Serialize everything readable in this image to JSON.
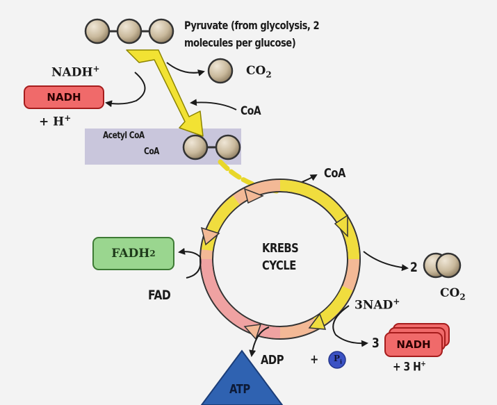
{
  "pyruvate_label_line1": "Pyruvate (from glycolysis, 2",
  "pyruvate_label_line2": "molecules per glucose)",
  "co2_top": "CO",
  "co2_sub": "2",
  "nadh_plus_top": "NADH",
  "nadh_plus_sup": "+",
  "nadh_box": "NADH",
  "h_plus_left": "+ H",
  "h_plus_sup": "+",
  "coa_input": "CoA",
  "acetyl_coa_line1": "Acetyl CoA",
  "acetyl_coa_line2": "CoA",
  "coa_release": "CoA",
  "cycle_line1": "KREBS",
  "cycle_line2": "CYCLE",
  "fadh2_main": "FADH",
  "fadh2_sub": "2",
  "fad": "FAD",
  "co2_count": "2",
  "co2_right": "CO",
  "co2_right_sub": "2",
  "nad_label": "3NAD",
  "nad_sup": "+",
  "nadh_count": "3",
  "nadh_stack": "NADH",
  "h_plus_right": "+ 3 H",
  "h_plus_right_sup": "+",
  "adp": "ADP",
  "pi_plus": "+",
  "pi_main": "P",
  "pi_sub": "i",
  "atp": "ATP",
  "colors": {
    "molecule_fill": "#c9b99c",
    "yellow_arrow": "#f2e233",
    "nadh_red": "#f06a6a",
    "fadh_green": "#9ad68f",
    "acetyl_band": "#c9c6dc",
    "atp_blue": "#2f62b1",
    "pi_blue": "#3b52c4"
  }
}
